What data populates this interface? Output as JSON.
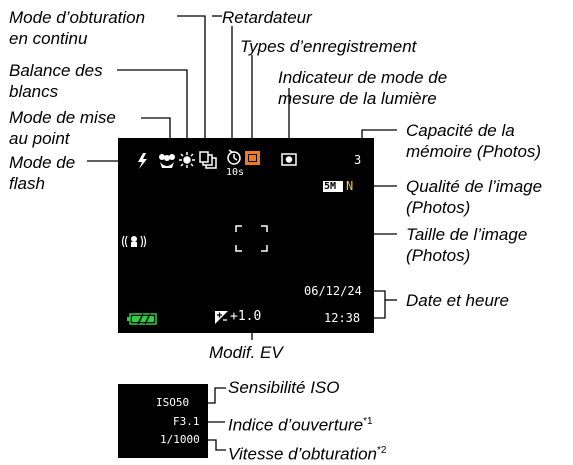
{
  "labels": {
    "continuous_shutter": [
      "Mode d’obturation",
      "en continu"
    ],
    "white_balance": [
      "Balance des",
      "blancs"
    ],
    "focus_mode": [
      "Mode de mise",
      "au point"
    ],
    "flash_mode": [
      "Mode de",
      "flash"
    ],
    "self_timer": "Retardateur",
    "recording_types": "Types d’enregistrement",
    "metering_mode": [
      "Indicateur de mode de",
      "mesure de la lumière"
    ],
    "memory_capacity": [
      "Capacité de la",
      "mémoire (Photos)"
    ],
    "image_quality": [
      "Qualité de l’image",
      "(Photos)"
    ],
    "image_size": [
      "Taille de l’image",
      "(Photos)"
    ],
    "date_time": "Date et heure",
    "ev_shift": "Modif. EV",
    "iso": "Sensibilité ISO",
    "aperture": "Indice d’ouverture",
    "aperture_note": "*1",
    "shutter_speed": "Vitesse d’obturation",
    "shutter_note": "*2"
  },
  "screen": {
    "self_timer_value": "10s",
    "capacity": "3",
    "size_badge": "5M",
    "quality_badge": "N",
    "date": "06/12/24",
    "time": "12:38",
    "ev": "+1.0"
  },
  "screen2": {
    "iso": "ISO50",
    "aperture": "F3.1",
    "shutter": "1/1000"
  },
  "colors": {
    "screen_bg": "#000000",
    "recording_icon": "#f07a1c",
    "battery": "#2ecc40",
    "quality_badge": "#f2d21a"
  }
}
